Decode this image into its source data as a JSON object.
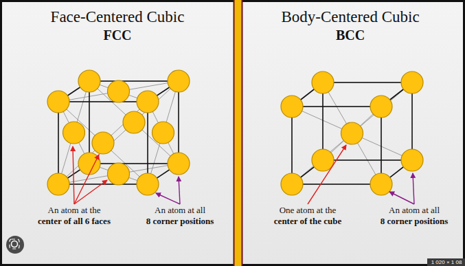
{
  "diagram": {
    "labels": [
      "Face-Centered Cubic",
      "FCC",
      "Body-Centered Cubic",
      "BCC",
      "An atom at the",
      "center of all 6 faces",
      "An atom at all",
      "8 corner positions",
      "One atom at the",
      "center of the cube",
      "An atom at all",
      "8 corner positions",
      "1 020 × 1 08"
    ]
  }
}
